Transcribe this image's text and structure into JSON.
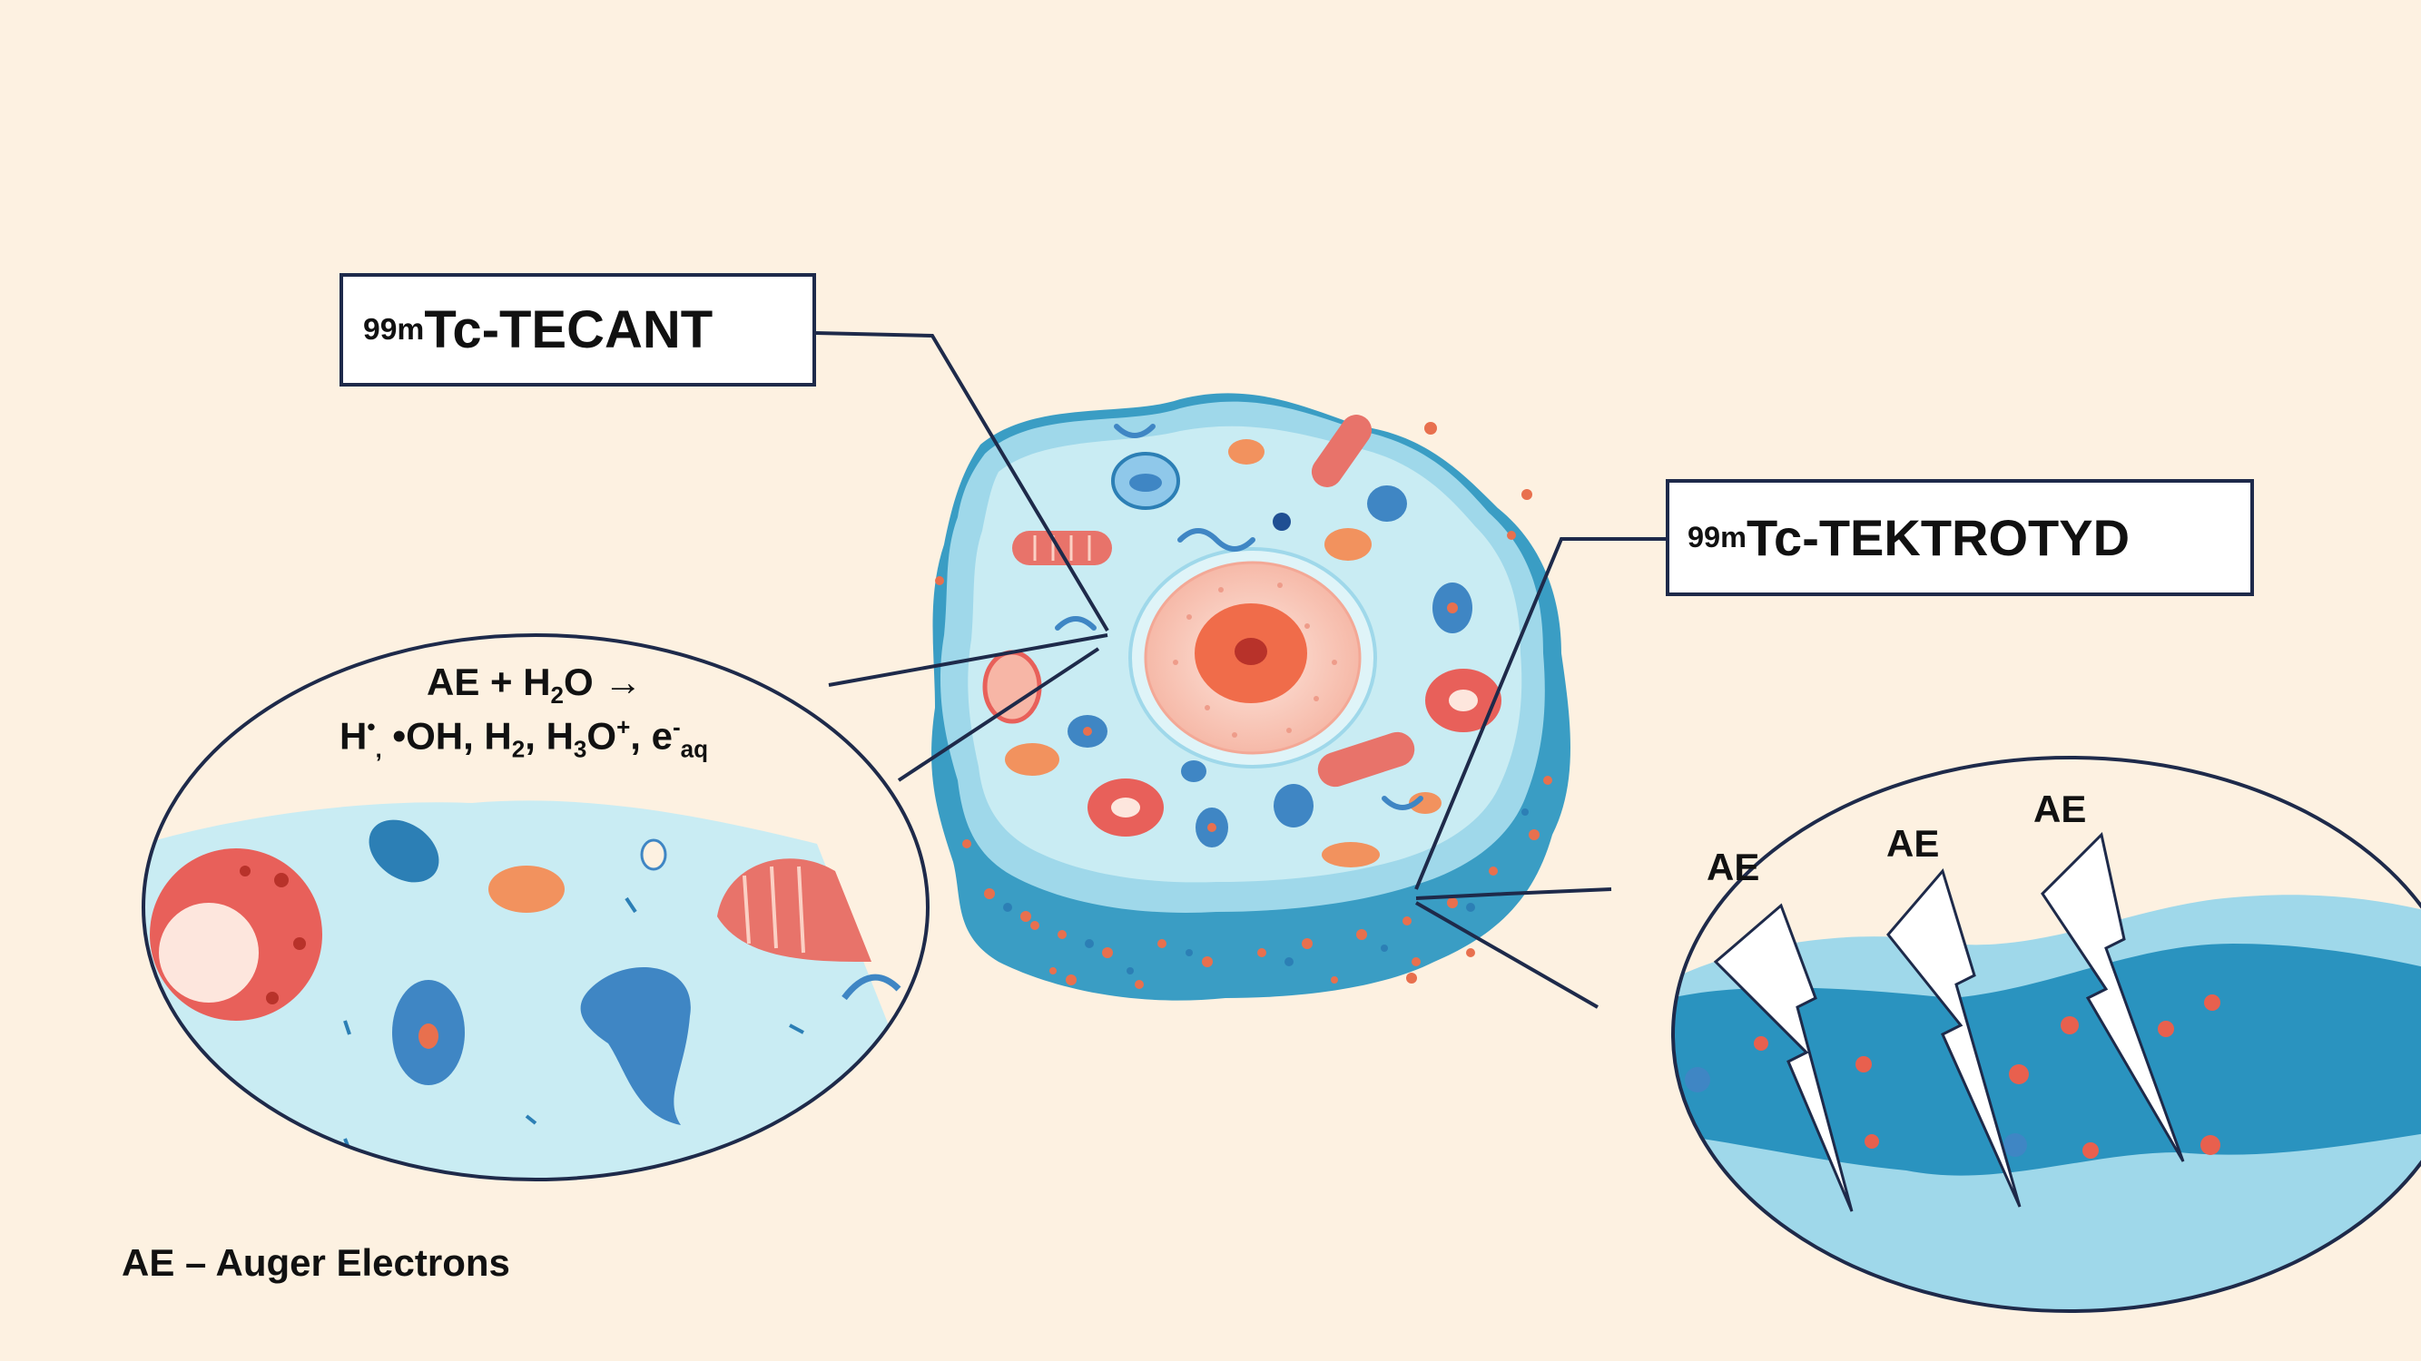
{
  "labels": {
    "tecant": {
      "sup": "99m",
      "name": "Tc-TECANT"
    },
    "tektrotyd": {
      "sup": "99m",
      "name": "Tc-TEKTROTYD"
    }
  },
  "reaction": {
    "line1": {
      "a": "AE + H",
      "sub": "2",
      "b": "O →"
    },
    "line2": {
      "p1": "H",
      "dot1": "•",
      "comma": ",",
      "p2": " •OH, H",
      "s1": "2",
      "p3": ", H",
      "s2": "3",
      "p4": "O",
      "sp1": "+",
      "p5": ", e",
      "sp2": "-",
      "s3": "aq"
    }
  },
  "auger": [
    "AE",
    "AE",
    "AE"
  ],
  "legend": "AE – Auger Electrons",
  "colors": {
    "background": "#fdf1e1",
    "cell_outer": "#5fb7d6",
    "cell_inner": "#c9ecf3",
    "membrane_dark": "#3a9dc4",
    "nucleus": "#f9cfc2",
    "nucleolus": "#f06c4a",
    "organelle_red": "#e8605a",
    "organelle_blue": "#3f86c4",
    "line": "#1e2a4a"
  }
}
